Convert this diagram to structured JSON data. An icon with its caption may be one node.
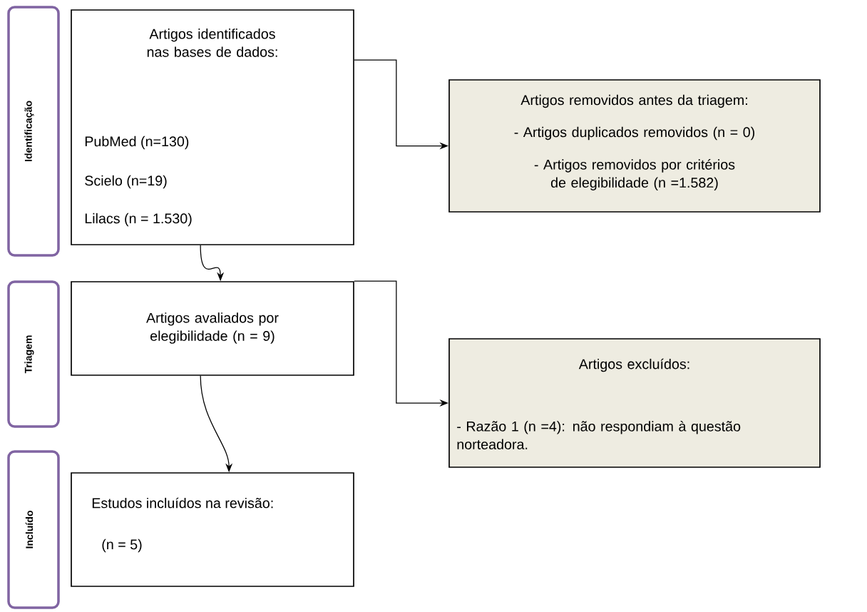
{
  "diagram": {
    "nodes": [
      {
        "text": [
          "Identificação"
        ]
      },
      {
        "text": [
          "Artigos identificados nas bases de dados:",
          "PubMed (n=130)",
          "Scielo (n=19)",
          "Lilacs (n = 1.530)"
        ]
      },
      {
        "text": [
          "Artigos removidos antes da triagem:",
          "- Artigos duplicados removidos (n = 0)",
          "- Artigos removidos por critérios de elegibilidade (n =1.582)"
        ]
      },
      {
        "text": [
          "Triagem"
        ]
      },
      {
        "text": [
          "Artigos avaliados por elegibilidade (n = 9)"
        ]
      },
      {
        "text": [
          "Artigos excluídos:",
          "- Razão 1 (n =4): não respondiam à questão norteadora."
        ]
      },
      {
        "text": [
          "Incluído"
        ]
      },
      {
        "text": [
          "Estudos incluídos na revisão:",
          "(n = 5)"
        ]
      }
    ],
    "edges": [
      {
        "from": 1,
        "to": 2,
        "arrow": "to"
      },
      {
        "from": 1,
        "to": 4,
        "arrow": "to"
      },
      {
        "from": 4,
        "to": 5,
        "arrow": "to"
      },
      {
        "from": 4,
        "to": 7,
        "arrow": "to"
      }
    ]
  }
}
